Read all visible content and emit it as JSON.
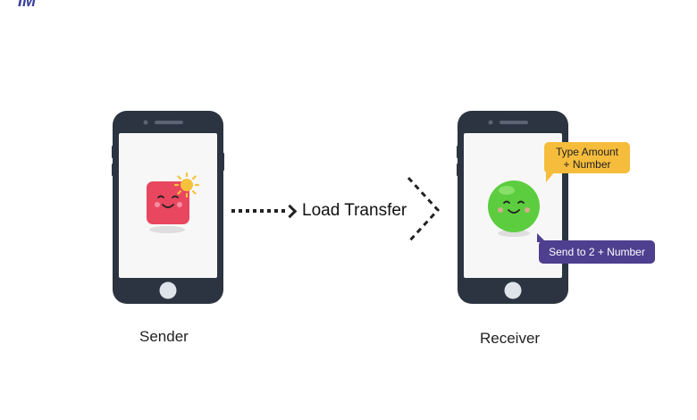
{
  "logo_text": "IM",
  "sender": {
    "caption": "Sender",
    "avatar_icon": "smiling-red-square-with-sun-icon",
    "avatar_color": "#e8475f"
  },
  "receiver": {
    "caption": "Receiver",
    "avatar_icon": "smiling-green-ball-icon",
    "avatar_color": "#5ccd3f"
  },
  "transfer": {
    "label": "Load Transfer"
  },
  "bubbles": {
    "type_amount": "Type Amount + Number",
    "send_to": "Send to 2 + Number"
  },
  "colors": {
    "phone_frame": "#2b3440",
    "amount_bubble": "#f6bd3c",
    "send_bubble": "#4e3f8f"
  }
}
